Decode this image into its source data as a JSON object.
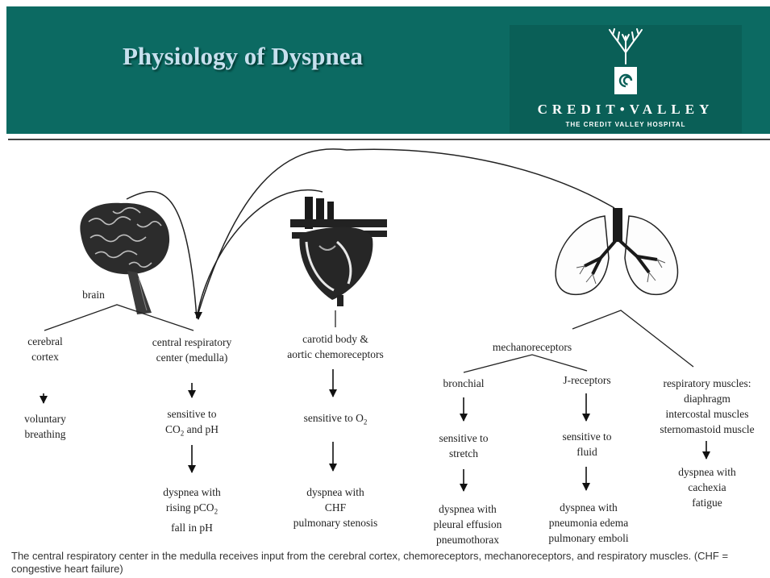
{
  "header": {
    "title": "Physiology of Dyspnea",
    "logo_name": "CREDIT•VALLEY",
    "logo_subtitle": "THE CREDIT VALLEY HOSPITAL"
  },
  "colors": {
    "header_bg": "#0c6a62",
    "title": "#c7e0ee"
  },
  "icons": [
    "tree-logo-icon",
    "brain-icon",
    "heart-icon",
    "lungs-icon"
  ],
  "diagram": {
    "brain": "brain",
    "cerebral_cortex": "cerebral\ncortex",
    "voluntary": "voluntary\nbreathing",
    "central_center": "central respiratory\ncenter (medulla)",
    "co2_prefix": "sensitive to",
    "co2_a": "CO",
    "co2_sub": "2",
    "co2_b": " and pH",
    "dys_co2_1": "dyspnea with",
    "dys_co2_2a": "rising pCO",
    "dys_co2_2sub": "2",
    "dys_co2_3": "fall in pH",
    "carotid": "carotid body &\naortic chemoreceptors",
    "o2_a": "sensitive to O",
    "o2_sub": "2",
    "dys_o2": "dyspnea with\nCHF\npulmonary stenosis",
    "mechano": "mechanoreceptors",
    "bronchial": "bronchial",
    "stretch": "sensitive to\nstretch",
    "dys_stretch": "dyspnea with\npleural effusion\npneumothorax",
    "jrec": "J-receptors",
    "fluid": "sensitive to\nfluid",
    "dys_fluid": "dyspnea with\npneumonia edema\npulmonary emboli",
    "muscles": "respiratory muscles:\ndiaphragm\nintercostal muscles\nsternomastoid muscle",
    "dys_muscles": "dyspnea with\ncachexia\nfatigue"
  },
  "caption": "The central respiratory center in the medulla receives input from the cerebral cortex, chemoreceptors, mechanoreceptors, and respiratory muscles. (CHF = congestive heart failure)"
}
